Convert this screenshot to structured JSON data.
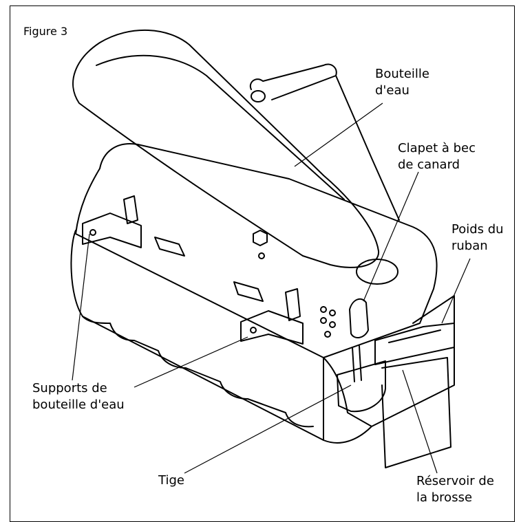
{
  "figure": {
    "label": "Figure 3"
  },
  "callouts": {
    "water_bottle": [
      "Bouteille",
      "d'eau"
    ],
    "duckbill_valve": [
      "Clapet à bec",
      "de canard"
    ],
    "ribbon_weight": [
      "Poids du",
      "ruban"
    ],
    "bottle_supports": [
      "Supports de",
      "bouteille d'eau"
    ],
    "rod": [
      "Tige"
    ],
    "brush_reservoir": [
      "Réservoir de",
      "la brosse"
    ]
  }
}
